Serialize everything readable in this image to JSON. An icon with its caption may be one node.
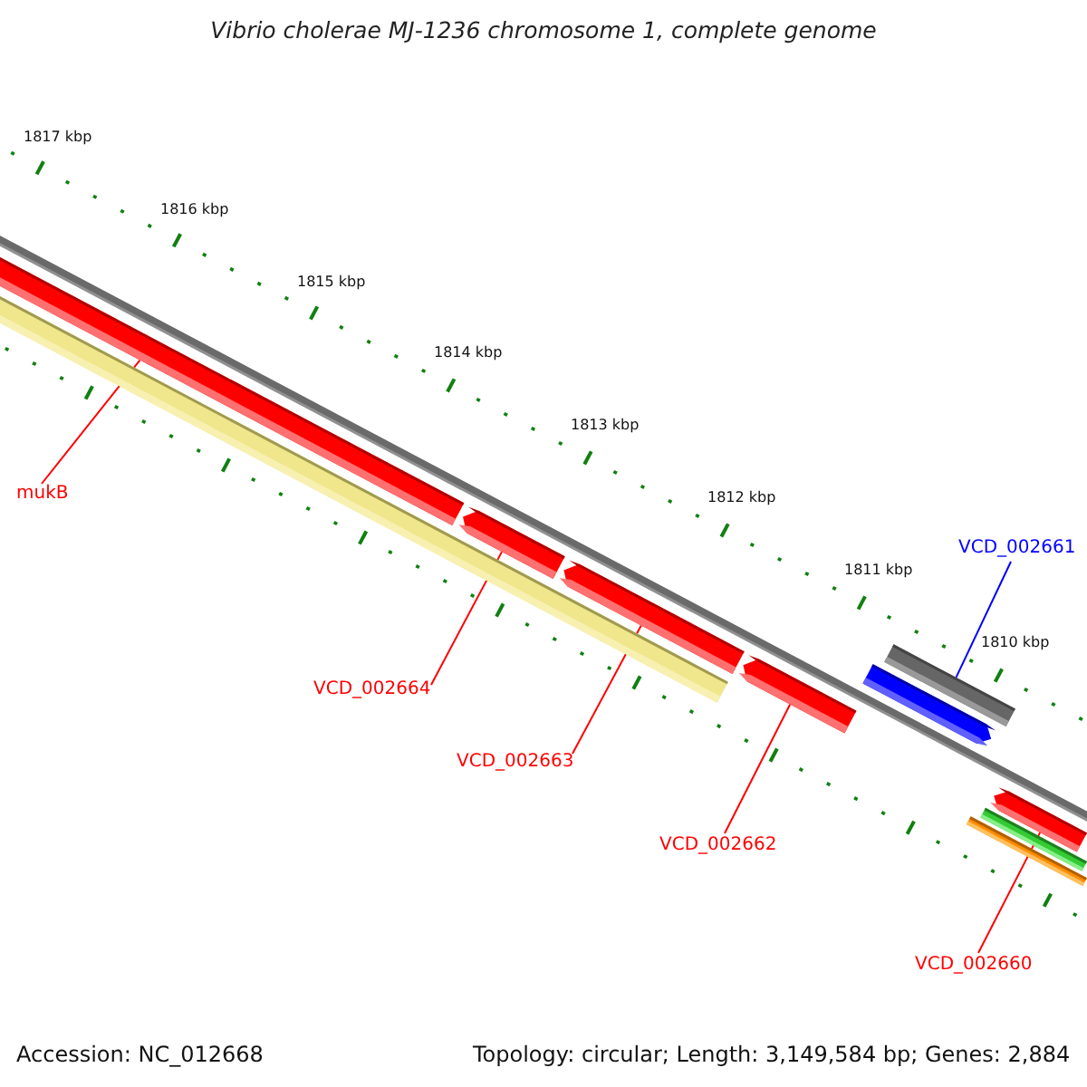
{
  "diagram": {
    "title": "Vibrio cholerae MJ-1236 chromosome 1, complete genome",
    "nodes": [
      {
        "text": [
          "mukB"
        ]
      },
      {
        "text": [
          "VCD_002664"
        ]
      },
      {
        "text": [
          "VCD_002663"
        ]
      },
      {
        "text": [
          "VCD_002662"
        ]
      },
      {
        "text": [
          "VCD_002661"
        ]
      },
      {
        "text": [
          "VCD_002660"
        ]
      },
      {
        "text": [],
        "shape": "bar"
      },
      {
        "text": [],
        "shape": "bar"
      },
      {
        "text": [],
        "shape": "bar"
      },
      {
        "text": [],
        "shape": "bar"
      },
      {
        "text": [],
        "shape": "bar"
      },
      {
        "text": [],
        "shape": "bar"
      },
      {
        "text": [],
        "shape": "bar"
      },
      {
        "text": [],
        "shape": "bar"
      },
      {
        "text": [],
        "shape": "bar"
      },
      {
        "text": [],
        "shape": "bar"
      }
    ],
    "edges": [
      {
        "from": 0,
        "to": 6,
        "arrow": "none"
      },
      {
        "from": 1,
        "to": 7,
        "arrow": "none"
      },
      {
        "from": 2,
        "to": 8,
        "arrow": "none"
      },
      {
        "from": 3,
        "to": 9,
        "arrow": "none"
      },
      {
        "from": 4,
        "to": 12,
        "arrow": "none",
        "color": "#0000ff"
      },
      {
        "from": 5,
        "to": 10,
        "arrow": "none"
      }
    ],
    "labels": [
      "1817 kbp",
      "1816 kbp",
      "1815 kbp",
      "1814 kbp",
      "1813 kbp",
      "1812 kbp",
      "1811 kbp",
      "1810 kbp",
      "Accession: NC_012668",
      "Topology: circular; Length: 3,149,584 bp; Genes: 2,884"
    ]
  }
}
